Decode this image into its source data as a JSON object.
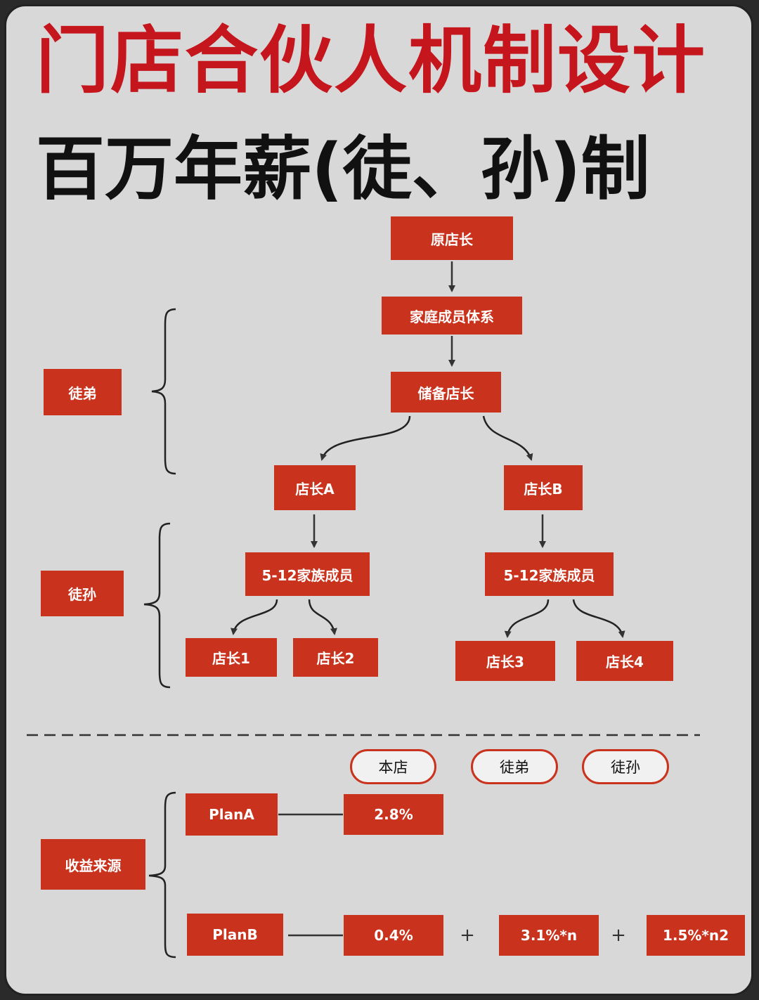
{
  "title": "门店合伙人机制设计",
  "subtitle": "百万年薪(徒、孙)制",
  "tree": {
    "root": "原店长",
    "family_system": "家庭成员体系",
    "reserve_manager": "储备店长",
    "manager_a": "店长A",
    "manager_b": "店长B",
    "family_a": "5-12家族成员",
    "family_b": "5-12家族成员",
    "manager_1": "店长1",
    "manager_2": "店长2",
    "manager_3": "店长3",
    "manager_4": "店长4"
  },
  "brackets": {
    "apprentice": "徒弟",
    "grand_apprentice": "徒孙"
  },
  "revenue": {
    "label": "收益来源",
    "headers": [
      "本店",
      "徒弟",
      "徒孙"
    ],
    "plan_a": {
      "name": "PlanA",
      "store": "2.8%"
    },
    "plan_b": {
      "name": "PlanB",
      "store": "0.4%",
      "apprentice": "3.1%*n",
      "grand": "1.5%*n2",
      "plus": "+"
    }
  },
  "colors": {
    "accent": "#c9321c",
    "title": "#c4161c",
    "background": "#d8d8d8"
  }
}
